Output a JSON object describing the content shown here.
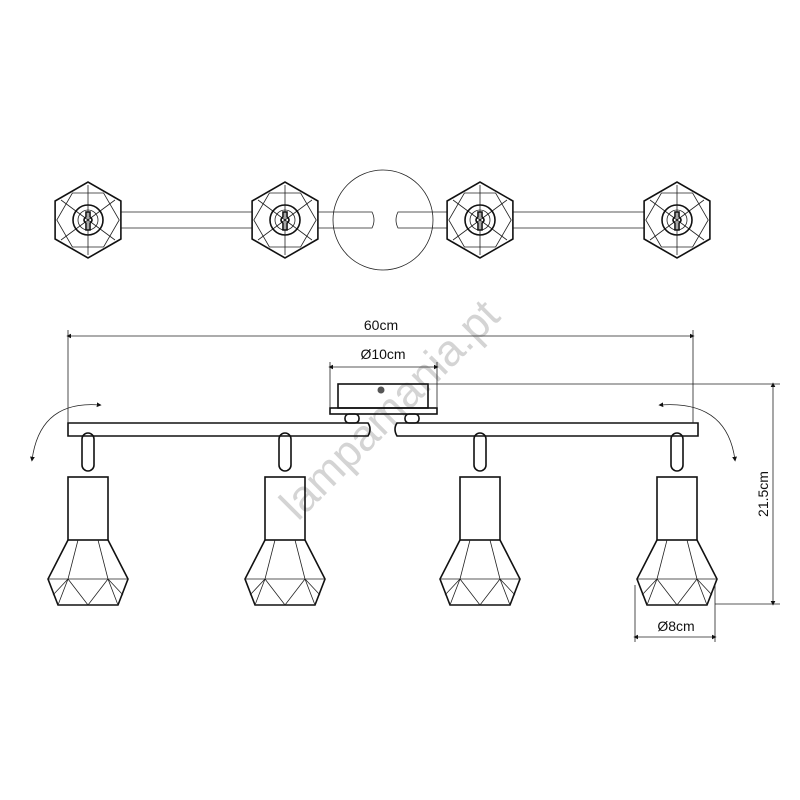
{
  "dimensions": {
    "total_width": "60cm",
    "canopy_diameter": "Ø10cm",
    "height": "21.5cm",
    "shade_diameter": "Ø8cm"
  },
  "watermark": "lampamania.pt",
  "lamp_count": 4
}
